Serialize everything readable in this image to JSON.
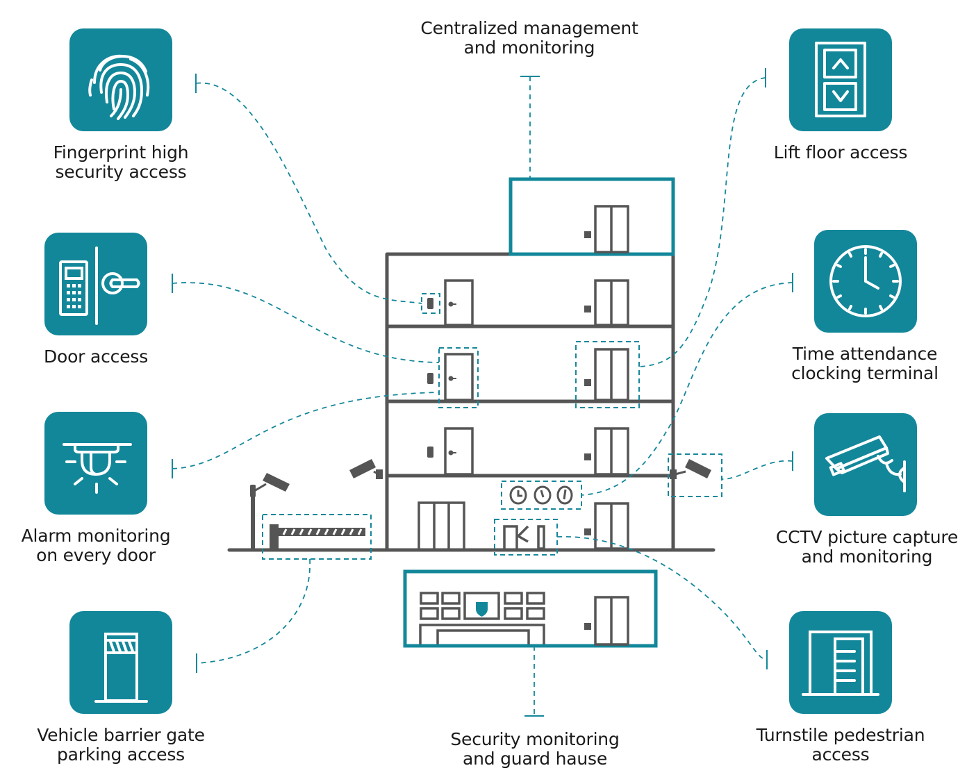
{
  "title": "Building access control and security system overview",
  "colors": {
    "accent": "#13879a",
    "building": "#555555",
    "text": "#1a1a1a",
    "icon_stroke": "#ffffff",
    "background": "#ffffff"
  },
  "features": {
    "fingerprint": {
      "icon": "fingerprint-icon",
      "line1": "Fingerprint high",
      "line2": "security access"
    },
    "door": {
      "icon": "door-keypad-handle-icon",
      "line1": "Door access",
      "line2": ""
    },
    "alarm": {
      "icon": "alarm-siren-icon",
      "line1": "Alarm monitoring",
      "line2": "on every door"
    },
    "barrier": {
      "icon": "barrier-gate-icon",
      "line1": "Vehicle barrier gate",
      "line2": "parking access"
    },
    "central": {
      "line1": "Centralized management",
      "line2": "and monitoring"
    },
    "guard": {
      "line1": "Security monitoring",
      "line2": "and guard hause"
    },
    "lift": {
      "icon": "lift-up-down-buttons-icon",
      "line1": "Lift floor access",
      "line2": ""
    },
    "time": {
      "icon": "clock-icon",
      "line1": "Time attendance",
      "line2": "clocking terminal"
    },
    "cctv": {
      "icon": "cctv-camera-icon",
      "line1": "CCTV picture capture",
      "line2": "and monitoring"
    },
    "turnstile": {
      "icon": "turnstile-icon",
      "line1": "Turnstile pedestrian",
      "line2": "access"
    }
  }
}
